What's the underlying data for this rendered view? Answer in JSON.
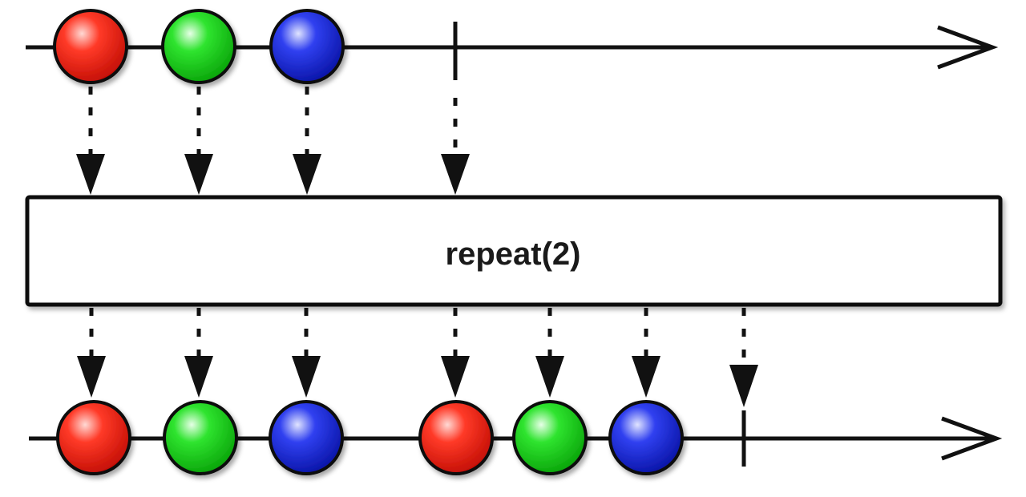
{
  "operator": {
    "label": "repeat(2)"
  },
  "colors": {
    "line": "#111111",
    "red": "#ff2a1a",
    "green": "#22dd22",
    "blue": "#2233ee",
    "box_fill": "#ffffff"
  },
  "source": {
    "items": [
      {
        "color": "red"
      },
      {
        "color": "green"
      },
      {
        "color": "blue"
      }
    ],
    "completion": true
  },
  "result": {
    "items": [
      {
        "color": "red"
      },
      {
        "color": "green"
      },
      {
        "color": "blue"
      },
      {
        "color": "red"
      },
      {
        "color": "green"
      },
      {
        "color": "blue"
      }
    ],
    "completion": true
  }
}
